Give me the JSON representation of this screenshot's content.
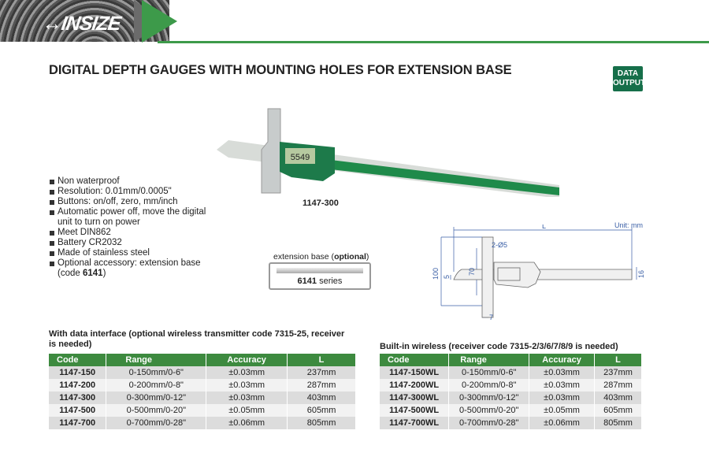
{
  "brand": {
    "logo": "INSIZE"
  },
  "title": "DIGITAL DEPTH GAUGES WITH MOUNTING HOLES FOR EXTENSION BASE",
  "badge": {
    "line1": "DATA",
    "line2": "OUTPUT"
  },
  "product_caption": "1147-300",
  "display_reading": "5549",
  "features": [
    "Non waterproof",
    "Resolution: 0.01mm/0.0005\"",
    "Buttons: on/off, zero, mm/inch",
    "Automatic power off, move the digital unit to turn on power",
    "Meet DIN862",
    "Battery CR2032",
    "Made of stainless steel"
  ],
  "accessory": {
    "text": "Optional accessory: extension base (code ",
    "code": "6141",
    "close": ")"
  },
  "extension": {
    "label": "extension base (",
    "label_bold": "optional",
    "label_close": ")",
    "series_code": "6141",
    "series_text": " series"
  },
  "drawing": {
    "unit": "Unit: mm",
    "L": "L",
    "hole": "2-Ø5",
    "h100": "100",
    "h70": "70",
    "h5": "5",
    "w7": "7",
    "h16": "16"
  },
  "table1": {
    "caption": "With data interface (optional wireless transmitter code 7315-25, receiver is needed)",
    "headers": [
      "Code",
      "Range",
      "Accuracy",
      "L"
    ],
    "rows": [
      [
        "1147-150",
        "0-150mm/0-6\"",
        "±0.03mm",
        "237mm"
      ],
      [
        "1147-200",
        "0-200mm/0-8\"",
        "±0.03mm",
        "287mm"
      ],
      [
        "1147-300",
        "0-300mm/0-12\"",
        "±0.03mm",
        "403mm"
      ],
      [
        "1147-500",
        "0-500mm/0-20\"",
        "±0.05mm",
        "605mm"
      ],
      [
        "1147-700",
        "0-700mm/0-28\"",
        "±0.06mm",
        "805mm"
      ]
    ]
  },
  "table2": {
    "caption": "Built-in wireless (receiver code 7315-2/3/6/7/8/9 is needed)",
    "headers": [
      "Code",
      "Range",
      "Accuracy",
      "L"
    ],
    "rows": [
      [
        "1147-150WL",
        "0-150mm/0-6\"",
        "±0.03mm",
        "237mm"
      ],
      [
        "1147-200WL",
        "0-200mm/0-8\"",
        "±0.03mm",
        "287mm"
      ],
      [
        "1147-300WL",
        "0-300mm/0-12\"",
        "±0.03mm",
        "403mm"
      ],
      [
        "1147-500WL",
        "0-500mm/0-20\"",
        "±0.05mm",
        "605mm"
      ],
      [
        "1147-700WL",
        "0-700mm/0-28\"",
        "±0.06mm",
        "805mm"
      ]
    ]
  },
  "colors": {
    "brand_green": "#3d9a4a",
    "table_header": "#3d8a3f",
    "badge": "#166f4a",
    "dimension_blue": "#3a5fa6"
  }
}
